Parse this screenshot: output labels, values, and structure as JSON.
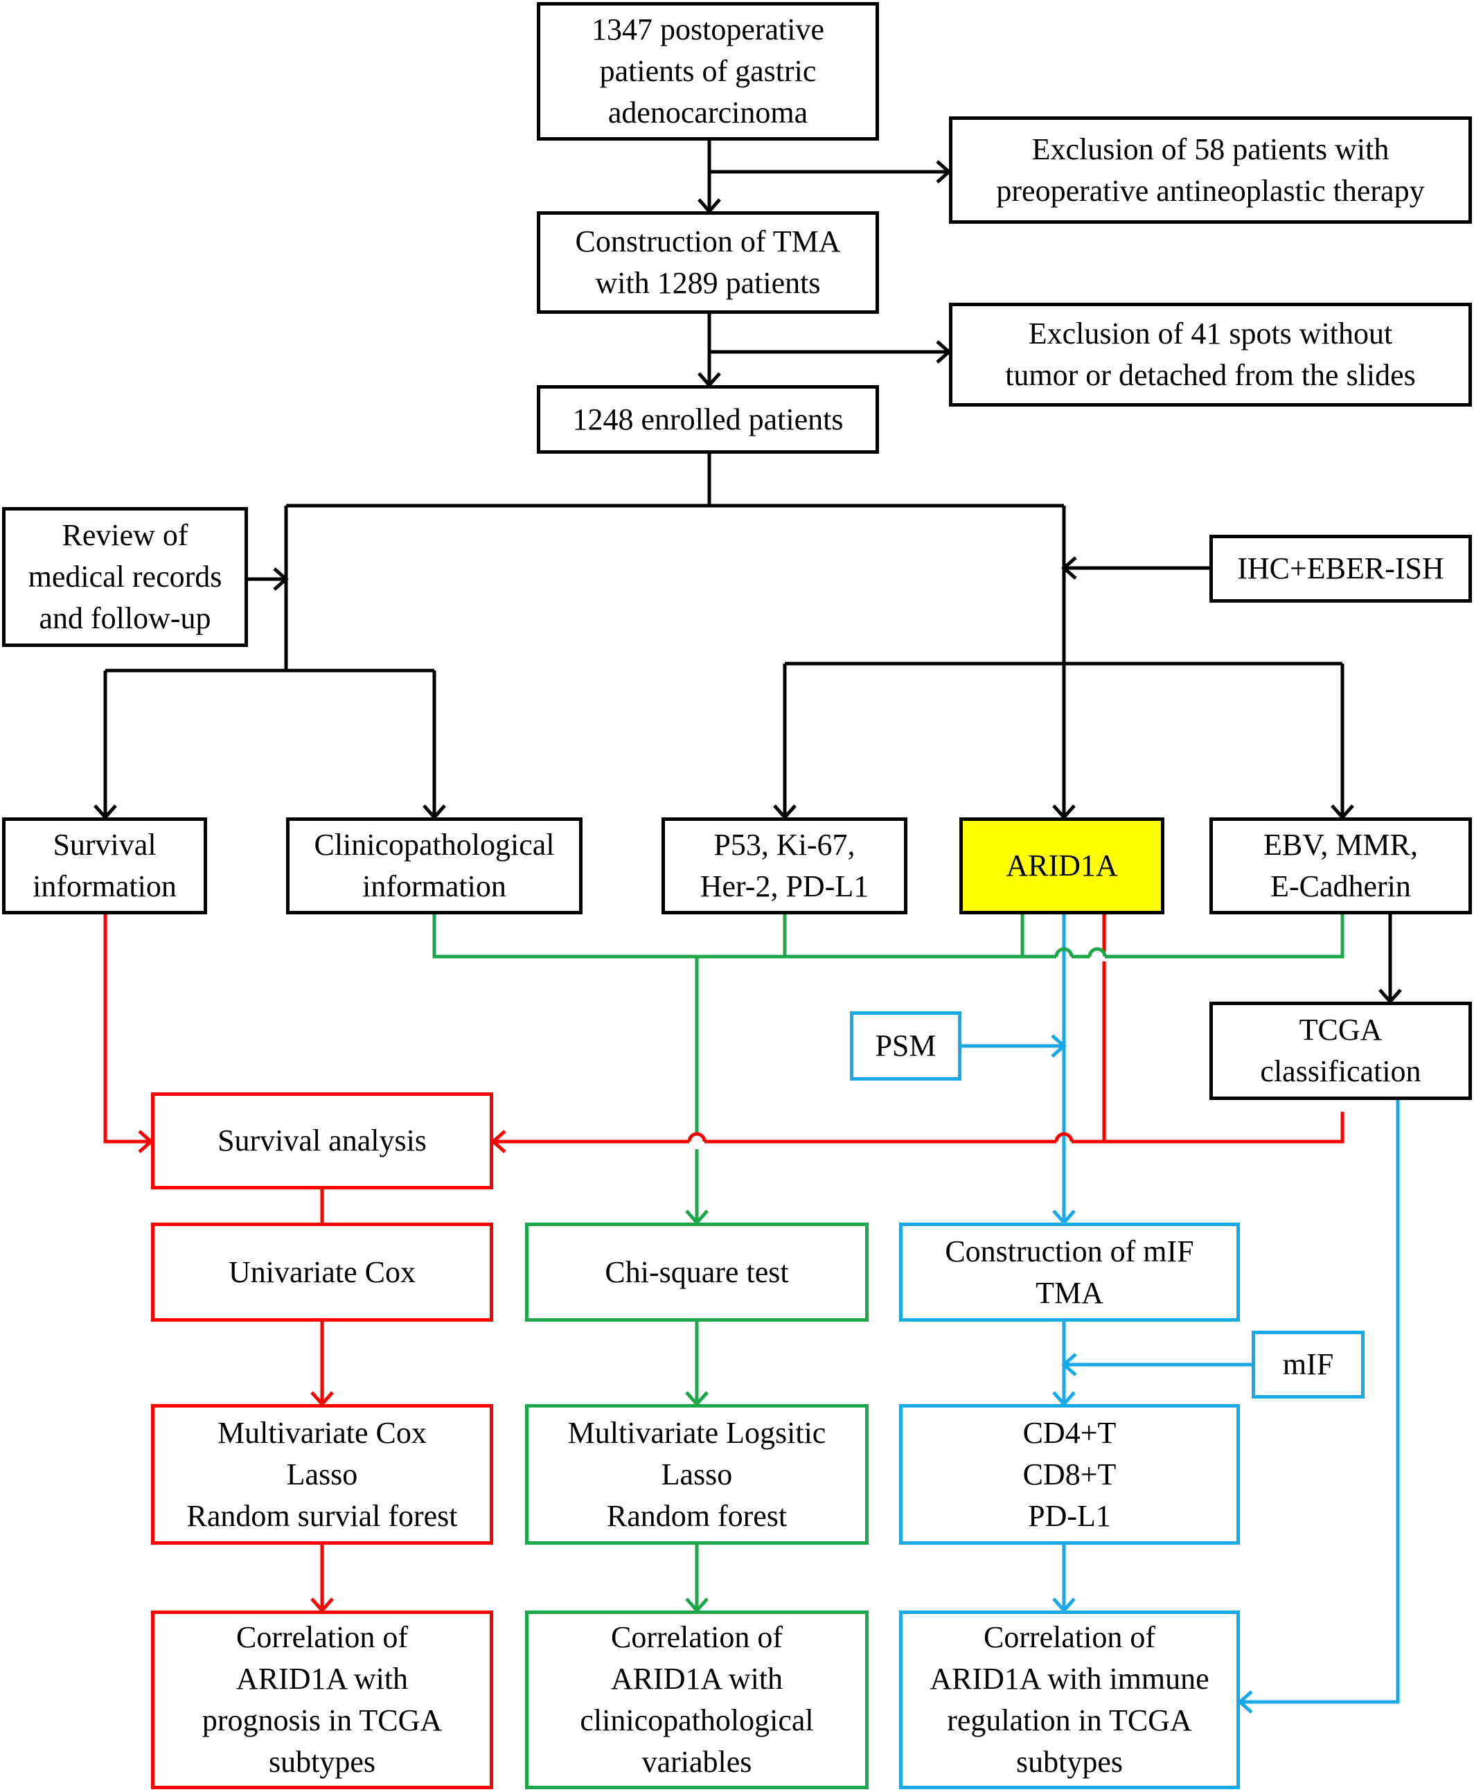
{
  "colors": {
    "black": "#000000",
    "red": "#ff0000",
    "green": "#1ea64a",
    "blue": "#19a9e8",
    "highlight": "#ffff00"
  },
  "boxes": {
    "postoperative": "1347 postoperative\npatients of gastric\nadenocarcinoma",
    "exclusion_58": "Exclusion of 58 patients with\npreoperative antineoplastic therapy",
    "construction_tma": "Construction of TMA\nwith 1289 patients",
    "exclusion_41": "Exclusion of 41 spots  without\ntumor or detached from the slides",
    "enrolled": "1248 enrolled patients",
    "review": "Review of\nmedical records\nand follow-up",
    "ihc": "IHC+EBER-ISH",
    "survival_info": "Survival\ninformation",
    "clinico_info": "Clinicopathological\ninformation",
    "p53": "P53, Ki-67,\nHer-2, PD-L1",
    "arid1a": "ARID1A",
    "ebv": "EBV, MMR,\nE-Cadherin",
    "psm": "PSM",
    "tcga_class": "TCGA\nclassification",
    "survival_analysis": "Survival analysis",
    "univariate": "Univariate Cox",
    "chi_square": "Chi-square test",
    "mif_tma": "Construction of mIF\nTMA",
    "mif": "mIF",
    "multivariate_cox": "Multivariate Cox\nLasso\nRandom survial forest",
    "multivariate_log": "Multivariate Logsitic\nLasso\nRandom forest",
    "cd4": "CD4+T\nCD8+T\nPD-L1",
    "corr_prognosis": "Correlation of\nARID1A with\nprognosis in TCGA\nsubtypes",
    "corr_clinico": "Correlation of\nARID1A with\nclinicopathological\nvariables",
    "corr_immune": "Correlation of\nARID1A with immune\nregulation in TCGA\nsubtypes"
  }
}
